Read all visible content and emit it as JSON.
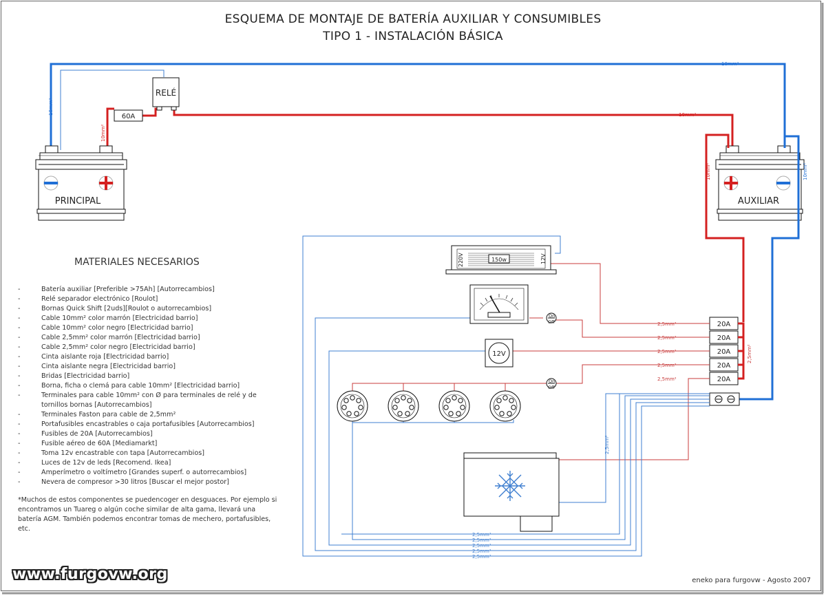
{
  "header": {
    "title_line1": "ESQUEMA DE MONTAJE DE BATERÍA AUXILIAR Y CONSUMIBLES",
    "title_line2": "TIPO 1 - INSTALACIÓN BÁSICA"
  },
  "colors": {
    "red_wire": "#d42020",
    "blue_wire": "#1f6fd6",
    "thin_red_wire": "#c83b3b",
    "thin_blue_wire": "#3f7fd0",
    "outline": "#111111"
  },
  "batteries": {
    "principal_label": "PRINCIPAL",
    "auxiliar_label": "AUXILIAR"
  },
  "components": {
    "relay_label": "RELÉ",
    "fuse60_label": "60A",
    "inverter_label": "150w",
    "inverter_in": "220V",
    "inverter_out": "12V",
    "socket_label": "12V",
    "switch_on": "On",
    "switch_off": "Off",
    "fuse_labels": [
      "20A",
      "20A",
      "20A",
      "20A",
      "20A"
    ]
  },
  "wire_labels": {
    "top_blue": "10mm²",
    "top_red": "10mm²",
    "principal_blue": "10mm²",
    "principal_red": "10mm²",
    "aux_red": "10mm²",
    "aux_blue": "10mm²",
    "fuse_feed": "2,5mm²",
    "fuse_rows": [
      "2,5mm²",
      "2,5mm²",
      "2,5mm²",
      "2,5mm²",
      "2,5mm²"
    ],
    "fridge_feed": "2,5mm²",
    "bottom_rows": [
      "2,5mm²",
      "2,5mm²",
      "2,5mm²",
      "2,5mm²",
      "2,5mm²"
    ]
  },
  "materials": {
    "title": "MATERIALES NECESARIOS",
    "dash": "-",
    "items": [
      "Batería auxiliar [Preferible >75Ah] [Autorrecambios]",
      "Relé separador electrónico [Roulot]",
      "Bornas Quick Shift [2uds][Roulot o autorrecambios]",
      "Cable 10mm² color marrón [Electricidad barrio]",
      "Cable 10mm² color negro [Electricidad barrio]",
      "Cable 2,5mm² color marrón [Electricidad barrio]",
      "Cable 2,5mm² color negro [Electricidad barrio]",
      "Cinta aislante roja [Electricidad barrio]",
      "Cinta aislante negra [Electricidad barrio]",
      "Bridas [Electricidad barrio]",
      "Borna, ficha o clemá para cable 10mm² [Electricidad barrio]",
      "Terminales para cable 10mm² con Ø para terminales de relé y de tornillos bornas [Autorrecambios]",
      "Terminales Faston para cable de 2,5mm²",
      "Portafusibles encastrables o caja portafusibles [Autorrecambios]",
      "Fusibles de 20A [Autorrecambios]",
      "Fusible aéreo de 60A [Mediamarkt]",
      "Toma 12v encastrable con tapa [Autorrecambios]",
      "Luces de 12v de leds [Recomend. Ikea]",
      "Amperímetro o voltímetro [Grandes superf. o autorrecambios]",
      "Nevera de compresor >30 litros [Buscar el mejor postor]"
    ],
    "note": "*Muchos de estos componentes se puedencoger en desguaces. Por ejemplo si encontramos un Tuareg o algún coche similar de alta gama, llevará una batería AGM. También podemos encontrar tomas de mechero, portafusibles, etc."
  },
  "footer": {
    "watermark": "www.furgovw.org",
    "credit": "eneko para furgovw - Agosto 2007"
  }
}
